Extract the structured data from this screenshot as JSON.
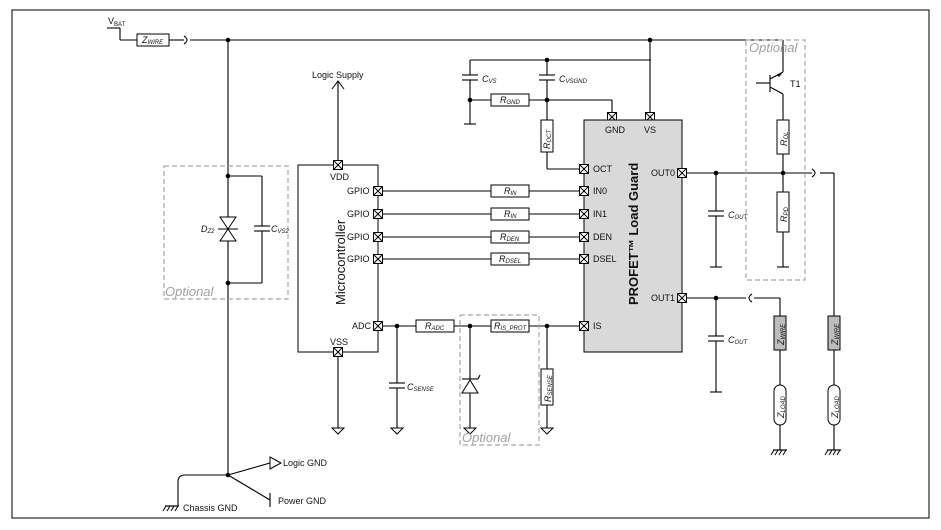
{
  "labels": {
    "vbat": "V",
    "vbat_sub": "BAT",
    "zwire_top": "Z",
    "zwire_top_sub": "WIRE",
    "logic_supply": "Logic Supply",
    "cvs": "C",
    "cvs_sub": "VS",
    "cvsgnd": "C",
    "cvsgnd_sub": "VSGND",
    "rgnd": "R",
    "rgnd_sub": "GND",
    "roct": "R",
    "roct_sub": "OCT",
    "dz2": "D",
    "dz2_sub": "Z2",
    "cvs2": "C",
    "cvs2_sub": "VS2",
    "optional_left": "Optional",
    "optional_mid": "Optional",
    "optional_right": "Optional",
    "microcontroller": "Microcontroller",
    "profet": "PROFET™ Load Guard",
    "rin0": "R",
    "rin0_sub": "IN",
    "rin1": "R",
    "rin1_sub": "IN",
    "rden": "R",
    "rden_sub": "DEN",
    "rdsel": "R",
    "rdsel_sub": "DSEL",
    "radc": "R",
    "radc_sub": "ADC",
    "risprot": "R",
    "risprot_sub": "IS_PROT",
    "rsense": "R",
    "rsense_sub": "SENSE",
    "csense": "C",
    "csense_sub": "SENSE",
    "cout1": "C",
    "cout1_sub": "OUT",
    "cout2": "C",
    "cout2_sub": "OUT",
    "rol": "R",
    "rol_sub": "OL",
    "rpd": "R",
    "rpd_sub": "PD",
    "t1": "T1",
    "zwire_out1": "Z",
    "zwire_out1_sub": "WIRE",
    "zwire_out0": "Z",
    "zwire_out0_sub": "WIRE",
    "zload1": "Z",
    "zload1_sub": "LOAD",
    "zload0": "Z",
    "zload0_sub": "LOAD",
    "logic_gnd": "Logic GND",
    "power_gnd": "Power GND",
    "chassis_gnd": "Chassis GND"
  },
  "pins": {
    "mcu_vdd": "VDD",
    "mcu_gpio1": "GPIO",
    "mcu_gpio2": "GPIO",
    "mcu_gpio3": "GPIO",
    "mcu_gpio4": "GPIO",
    "mcu_adc": "ADC",
    "mcu_vss": "VSS",
    "pg_gnd": "GND",
    "pg_vs": "VS",
    "pg_oct": "OCT",
    "pg_in0": "IN0",
    "pg_in1": "IN1",
    "pg_den": "DEN",
    "pg_dsel": "DSEL",
    "pg_is": "IS",
    "pg_out0": "OUT0",
    "pg_out1": "OUT1"
  },
  "colors": {
    "profet_fill": "#d9d9d9",
    "optional_border": "#a8a8a8",
    "zwire_fill": "#bdbdbd"
  }
}
